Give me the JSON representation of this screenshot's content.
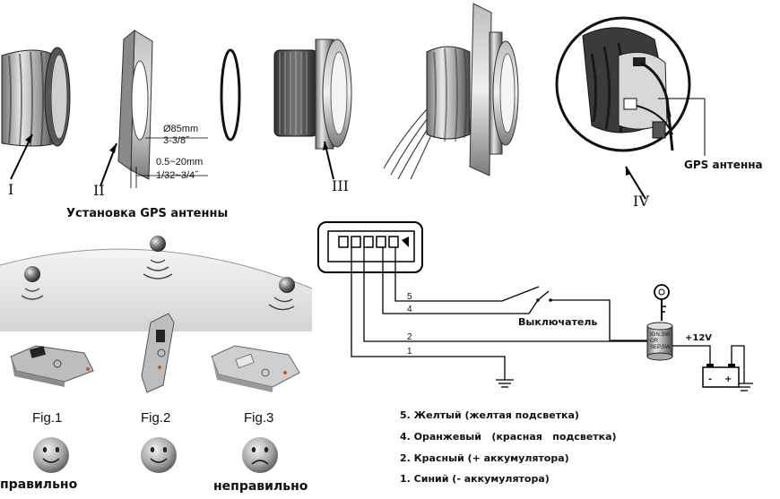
{
  "parts": {
    "roman_1": "I",
    "roman_2": "II",
    "roman_3": "III",
    "roman_4": "IV"
  },
  "dimensions": {
    "diameter_mm": "Ø85mm",
    "diameter_in": "3-3/8˝",
    "thickness_mm": "0.5~20mm",
    "thickness_in": "1/32~3/4˝"
  },
  "titles": {
    "install": "Установка GPS антенны",
    "gps_antenna": "GPS антенна"
  },
  "figures": [
    {
      "label": "Fig.1",
      "verdict": "правильно",
      "face": "happy"
    },
    {
      "label": "Fig.2",
      "verdict": "",
      "face": "happy"
    },
    {
      "label": "Fig.3",
      "verdict": "неправильно",
      "face": "sad"
    }
  ],
  "wiring": {
    "wire_5": "5",
    "wire_4": "4",
    "wire_2": "2",
    "wire_1": "1",
    "switch_label": "Выключатель",
    "ign_label_1": "IGN.SW",
    "ign_label_2": "OR",
    "ign_label_3": "SEP.SW",
    "voltage": "+12V",
    "batt_minus": "-",
    "batt_plus": "+"
  },
  "legend": [
    "5. Желтый (желтая подсветка)",
    "4. Оранжевый   (красная   подсветка)",
    "2. Красный (+ аккумулятора)",
    "1. Синий (- аккумулятора)"
  ]
}
